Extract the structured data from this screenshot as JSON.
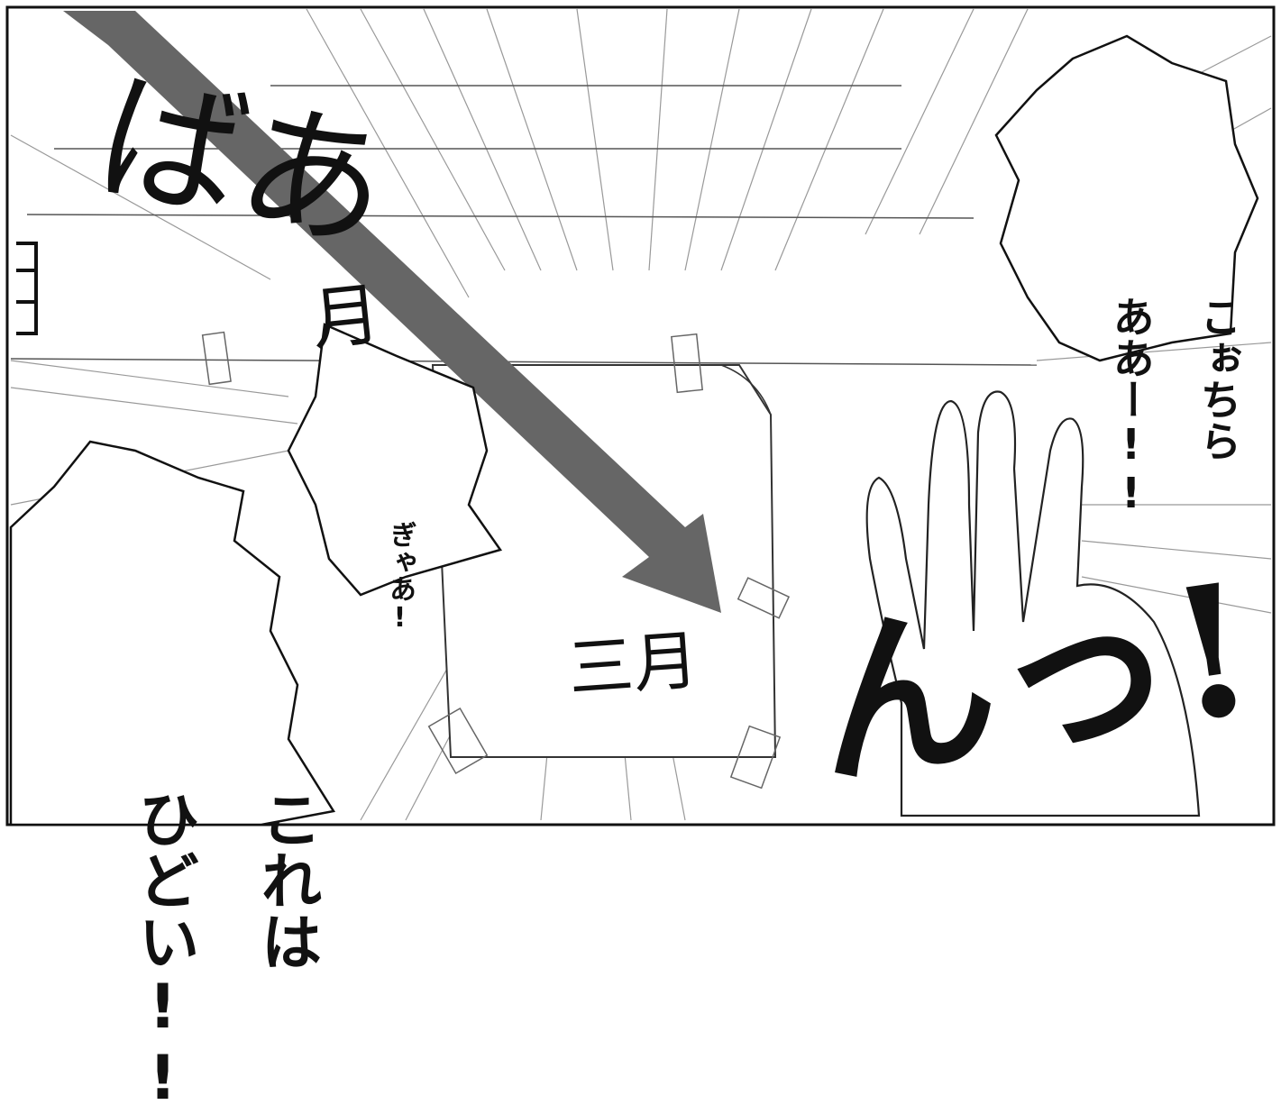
{
  "panel": {
    "bubbles": [
      {
        "id": "kochira",
        "lines": [
          "こぉちら",
          "ああー!!"
        ]
      },
      {
        "id": "gyaa",
        "lines": [
          "ぎゃあ!"
        ]
      },
      {
        "id": "hidoi",
        "lines": [
          "これは",
          "ひどい!!"
        ]
      }
    ],
    "sfx": {
      "baa": "ばあ",
      "gatsu_top": "月",
      "n_exclaim": "んっ!"
    },
    "paper": {
      "label": "三月"
    }
  }
}
